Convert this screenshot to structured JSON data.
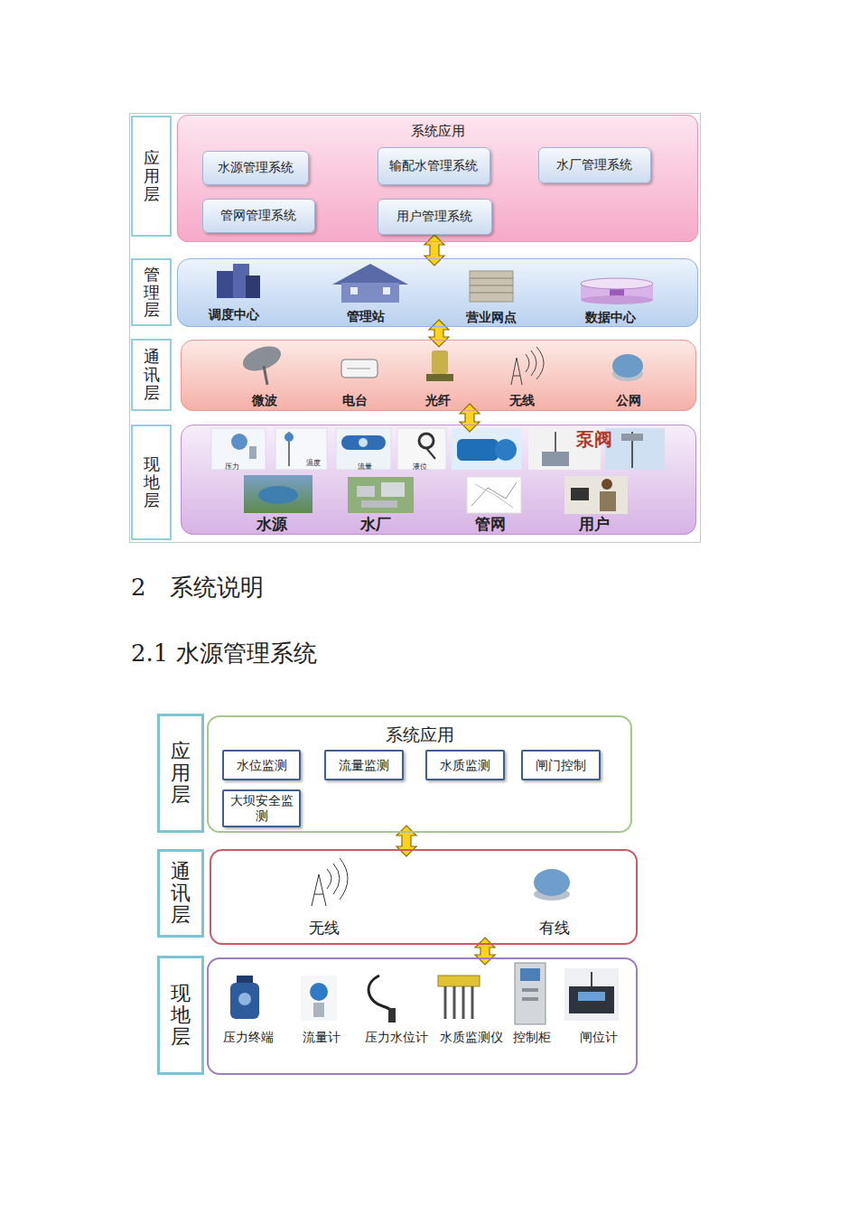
{
  "diagram": {
    "nodes": [
      {
        "text": [
          "应用层"
        ]
      },
      {
        "text": [
          "系统应用"
        ]
      },
      {
        "text": [
          "水源管理系统"
        ],
        "in": 1
      },
      {
        "text": [
          "输配水管理系统"
        ],
        "in": 1
      },
      {
        "text": [
          "水厂管理系统"
        ],
        "in": 1
      },
      {
        "text": [
          "管网管理系统"
        ],
        "in": 1
      },
      {
        "text": [
          "用户管理系统"
        ],
        "in": 1
      },
      {
        "text": [
          "管理层"
        ]
      },
      {
        "text": [
          "调度中心",
          "管理站",
          "营业网点",
          "数据中心"
        ]
      },
      {
        "text": [
          "通讯层"
        ]
      },
      {
        "text": [
          "微波",
          "电台",
          "光纤",
          "无线",
          "公网"
        ]
      },
      {
        "text": [
          "现地层"
        ]
      },
      {
        "text": [
          "压力",
          "温度",
          "流量",
          "液位",
          "泵阀",
          "水源",
          "水厂",
          "管网",
          "用户"
        ]
      },
      {
        "text": [
          "应用层"
        ]
      },
      {
        "text": [
          "系统应用"
        ]
      },
      {
        "text": [
          "水位监测"
        ],
        "in": 14
      },
      {
        "text": [
          "流量监测"
        ],
        "in": 14
      },
      {
        "text": [
          "水质监测"
        ],
        "in": 14
      },
      {
        "text": [
          "闸门控制"
        ],
        "in": 14
      },
      {
        "text": [
          "大坝安全监测"
        ],
        "in": 14
      },
      {
        "text": [
          "通讯层"
        ]
      },
      {
        "text": [
          "无线",
          "有线"
        ]
      },
      {
        "text": [
          "现地层"
        ]
      },
      {
        "text": [
          "压力终端",
          "流量计",
          "压力水位计",
          "水质监测仪",
          "控制柜",
          "闸位计"
        ]
      }
    ],
    "edges": [
      {
        "from": 1,
        "to": 8,
        "arrow": "both"
      },
      {
        "from": 8,
        "to": 10,
        "arrow": "both"
      },
      {
        "from": 10,
        "to": 12,
        "arrow": "both"
      },
      {
        "from": 14,
        "to": 21,
        "arrow": "both"
      },
      {
        "from": 21,
        "to": 23,
        "arrow": "both"
      }
    ],
    "labels": [
      "2　系统说明",
      "2.1 水源管理系统"
    ]
  }
}
